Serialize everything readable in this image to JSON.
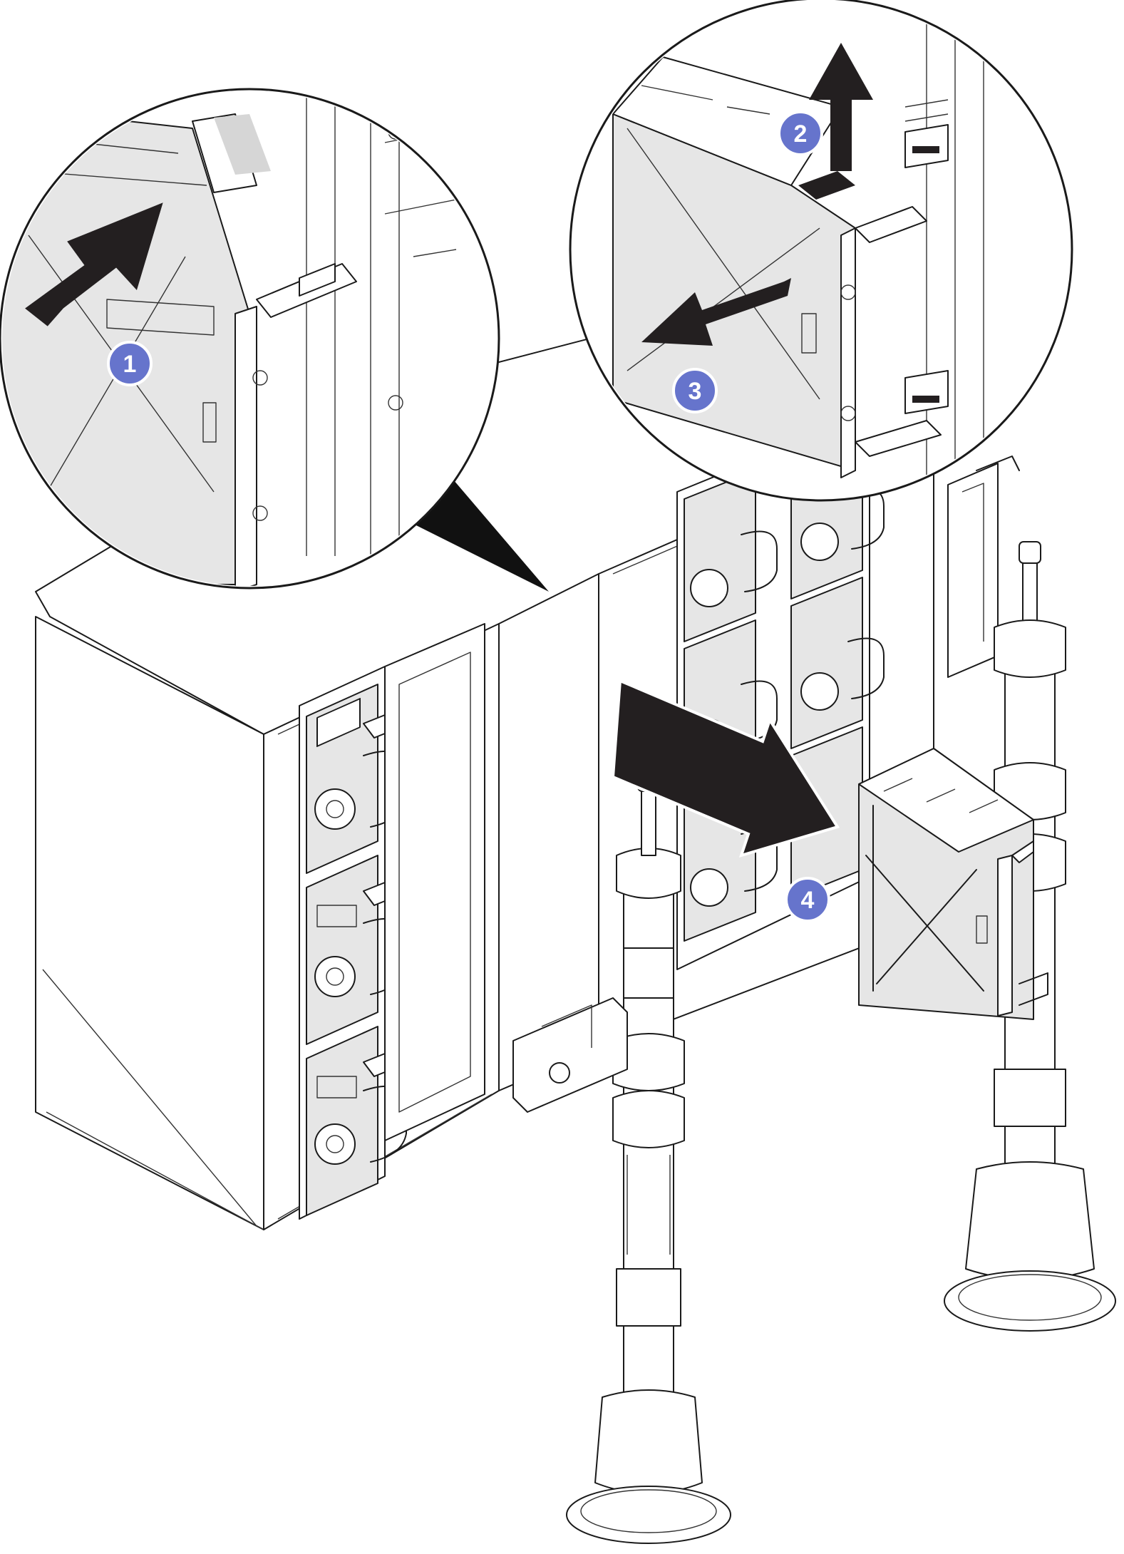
{
  "callouts": [
    {
      "id": "1",
      "label": "1",
      "color": "#6674cc"
    },
    {
      "id": "2",
      "label": "2",
      "color": "#6674cc"
    },
    {
      "id": "3",
      "label": "3",
      "color": "#6674cc"
    },
    {
      "id": "4",
      "label": "4",
      "color": "#6674cc"
    }
  ],
  "colors": {
    "line": "#1a1a1a",
    "arrow": "#231f20",
    "badge": "#6674cc",
    "background": "#ffffff",
    "part_fill": "#e6e6e6"
  },
  "icons": [
    "arrow-push-in-icon",
    "arrow-lift-up-icon",
    "arrow-pull-out-icon",
    "arrow-remove-icon",
    "zoom-pointer-icon"
  ]
}
